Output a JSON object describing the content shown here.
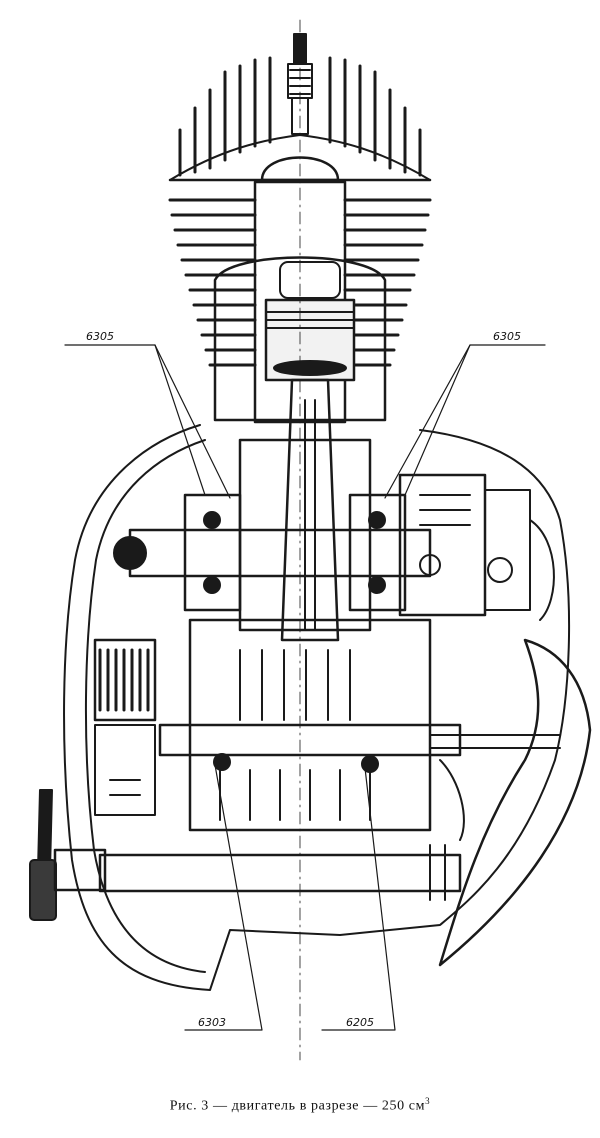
{
  "figure": {
    "caption": "Рис. 3 — двигатель в разрезе — 250 см",
    "caption_superscript": "3",
    "bearing_labels": {
      "top_left": "6305",
      "top_right": "6305",
      "bottom_left": "6303",
      "bottom_right": "6205"
    },
    "line_color": "#1a1a1a",
    "paper_color": "#ffffff"
  }
}
